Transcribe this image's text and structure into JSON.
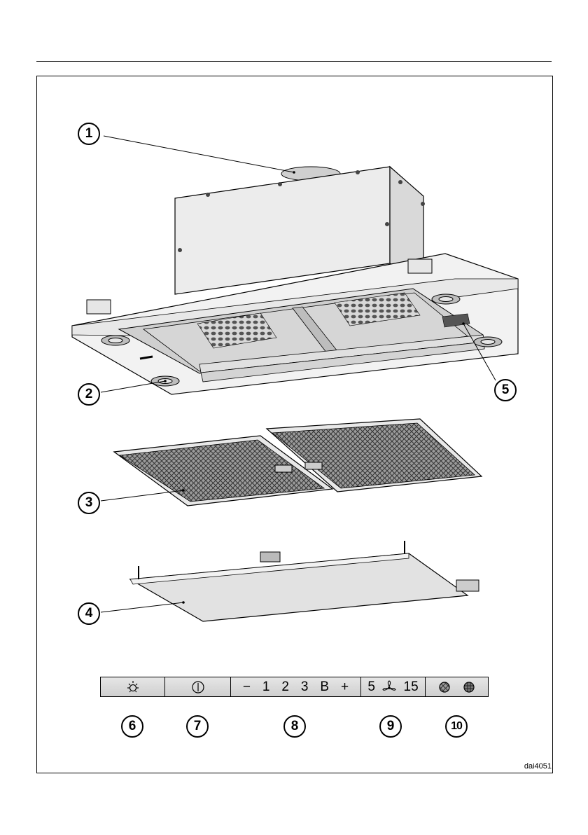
{
  "callouts": {
    "c1": "1",
    "c2": "2",
    "c3": "3",
    "c4": "4",
    "c5": "5",
    "c6": "6",
    "c7": "7",
    "c8": "8",
    "c9": "9",
    "c10": "10"
  },
  "panel": {
    "speed_minus": "−",
    "speed_1": "1",
    "speed_2": "2",
    "speed_3": "3",
    "speed_boost": "B",
    "speed_plus": "+",
    "timer_5": "5",
    "timer_15": "15"
  },
  "icons": {
    "light": "light-icon",
    "power": "power-icon",
    "fan": "fan-icon",
    "filter_grease": "grease-filter-icon",
    "filter_charcoal": "charcoal-filter-icon"
  },
  "image_code": "dai4051"
}
